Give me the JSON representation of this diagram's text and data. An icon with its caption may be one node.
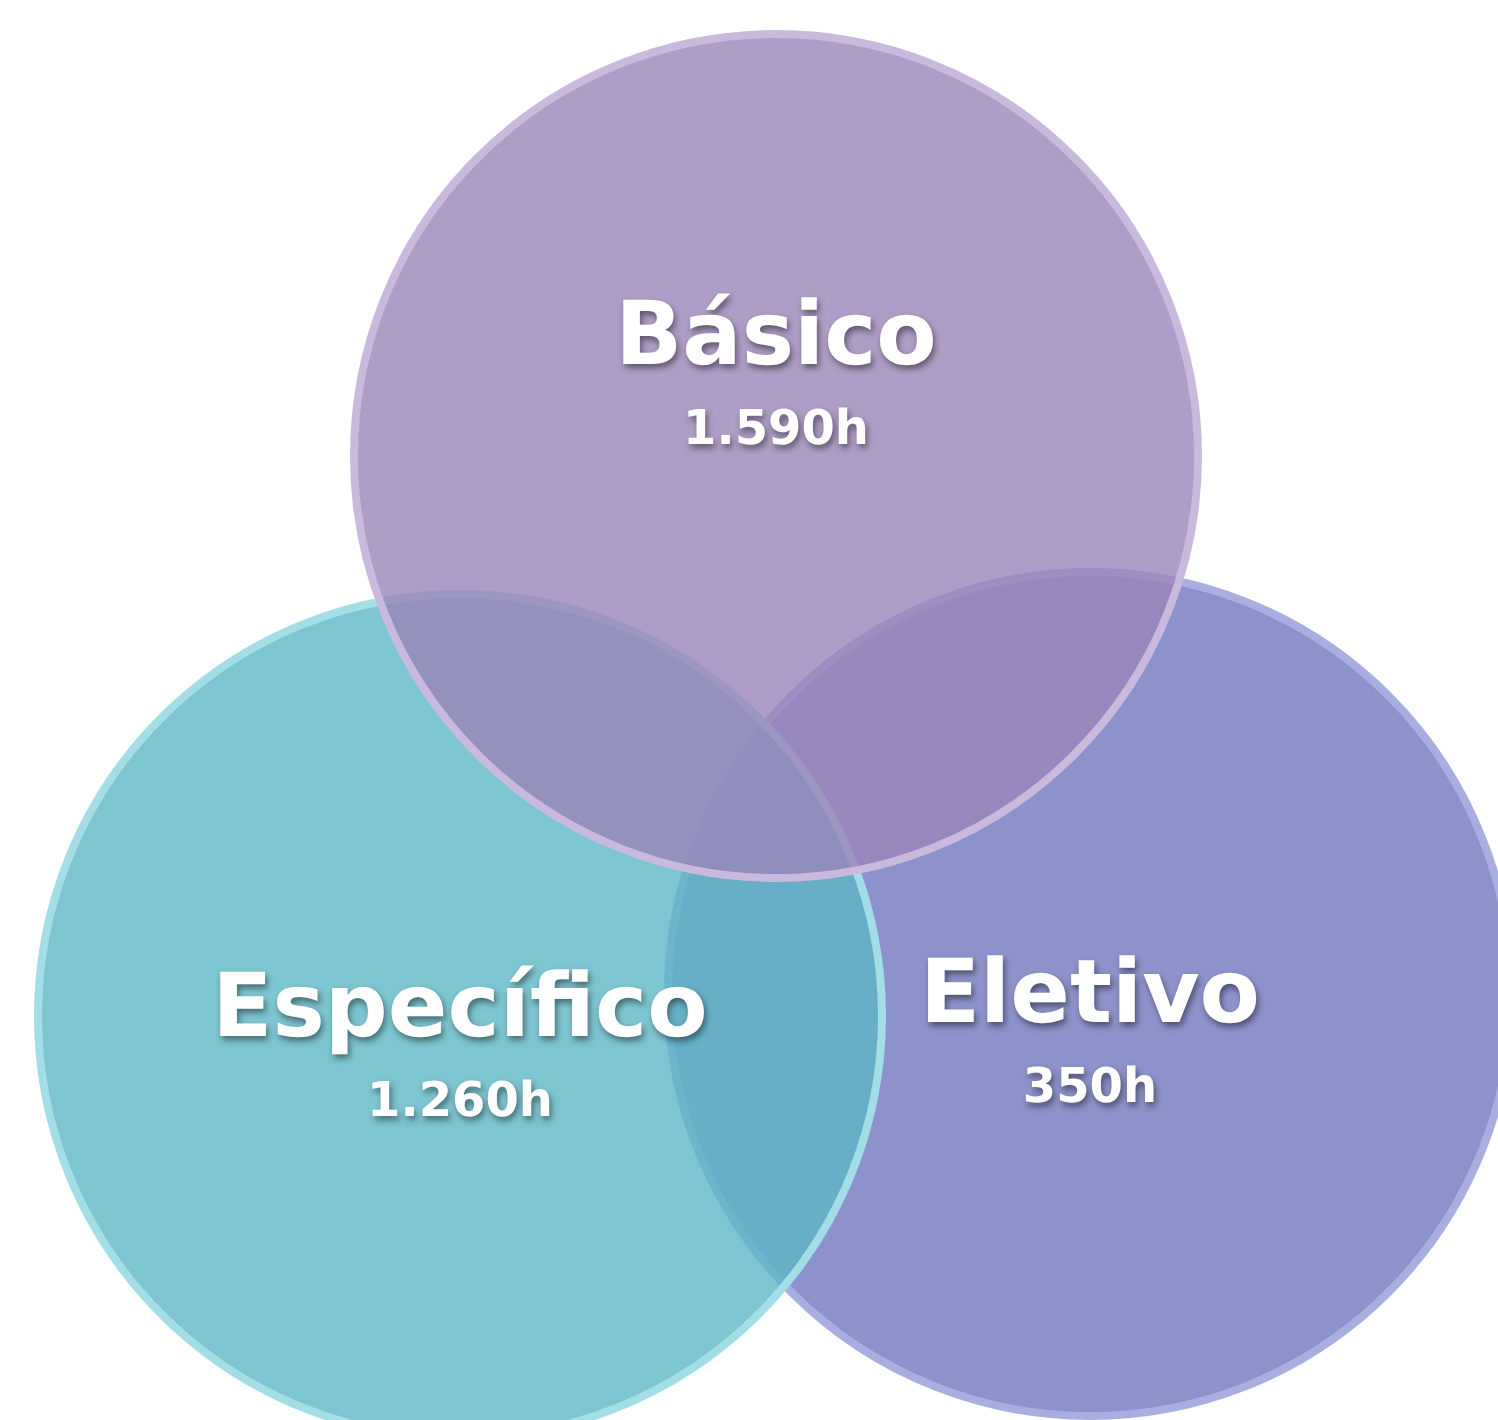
{
  "diagram": {
    "nodes": [
      {
        "text": [
          "Básico",
          "1.590h"
        ]
      },
      {
        "text": [
          "Específico",
          "1.260h"
        ]
      },
      {
        "text": [
          "Eletivo",
          "350h"
        ]
      }
    ]
  }
}
